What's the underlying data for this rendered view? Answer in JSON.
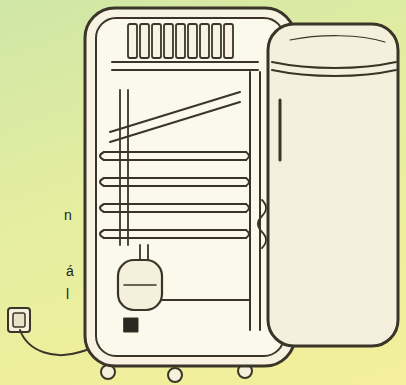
{
  "diagram": {
    "labels": [
      "n",
      "á",
      "l"
    ]
  }
}
